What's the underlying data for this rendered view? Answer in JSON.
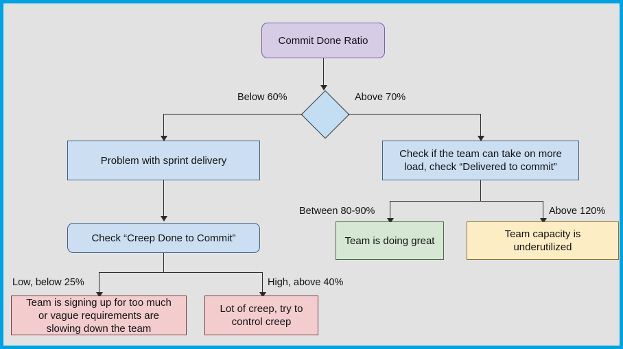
{
  "diagram": {
    "type": "flowchart",
    "title_node": "Commit Done Ratio",
    "background_color": "#e2e2e2",
    "frame_color": "#00a2e1",
    "nodes": [
      {
        "id": "start",
        "label": "Commit Done Ratio",
        "shape": "rounded-rect",
        "fill": "#d6cce6",
        "stroke": "#7a5fa3"
      },
      {
        "id": "decision",
        "label": "",
        "shape": "diamond",
        "fill": "#c3ddf2",
        "stroke": "#333333"
      },
      {
        "id": "problem",
        "label": "Problem with sprint delivery",
        "shape": "rect",
        "fill": "#ccdff2",
        "stroke": "#3f5f7f"
      },
      {
        "id": "check_more_load",
        "label": "Check if the team can take on more load, check “Delivered to commit”",
        "shape": "rect",
        "fill": "#ccdff2",
        "stroke": "#3f5f7f"
      },
      {
        "id": "check_creep",
        "label": "Check “Creep Done to Commit”",
        "shape": "rounded-rect",
        "fill": "#ccdff2",
        "stroke": "#3f5f7f"
      },
      {
        "id": "doing_great",
        "label": "Team is doing great",
        "shape": "rect",
        "fill": "#d6e8d4",
        "stroke": "#4a6a46"
      },
      {
        "id": "underutilized",
        "label": "Team capacity is underutilized",
        "shape": "rect",
        "fill": "#fcedc5",
        "stroke": "#8a7230"
      },
      {
        "id": "signing_up",
        "label": "Team is signing up for too much or vague requirements are slowing down the team",
        "shape": "rect",
        "fill": "#f3ccce",
        "stroke": "#7a3a3f"
      },
      {
        "id": "lot_of_creep",
        "label": "Lot of creep, try to control creep",
        "shape": "rect",
        "fill": "#f3ccce",
        "stroke": "#7a3a3f"
      }
    ],
    "edge_labels": {
      "below_60": "Below 60%",
      "above_70": "Above 70%",
      "between_80_90": "Between 80-90%",
      "above_120": "Above 120%",
      "low_below_25": "Low, below 25%",
      "high_above_40": "High, above 40%"
    },
    "node_text": {
      "start": "Commit Done Ratio",
      "problem": "Problem with sprint delivery",
      "check_more_load_line1": "Check if the team can take on more",
      "check_more_load_line2": "load, check “Delivered to commit”",
      "check_creep": "Check “Creep Done to Commit”",
      "doing_great": "Team is doing great",
      "underutilized_line1": "Team capacity is",
      "underutilized_line2": "underutilized",
      "signing_up_line1": "Team is signing up for too much",
      "signing_up_line2": "or vague requirements are",
      "signing_up_line3": "slowing down the team",
      "lot_of_creep_line1": "Lot of creep, try to",
      "lot_of_creep_line2": "control creep"
    }
  }
}
